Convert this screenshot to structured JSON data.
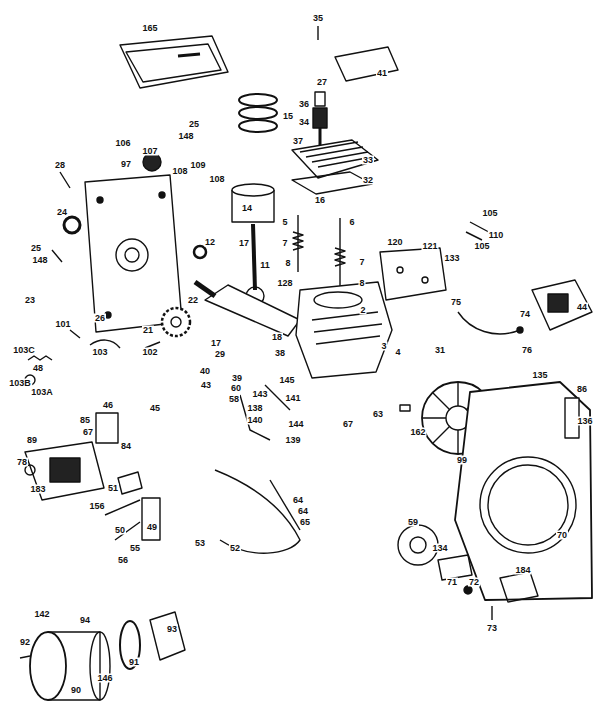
{
  "diagram": {
    "labels": [
      "35",
      "41",
      "165",
      "27",
      "36",
      "34",
      "37",
      "15",
      "25",
      "148",
      "33",
      "32",
      "106",
      "107",
      "97",
      "108",
      "109",
      "108",
      "28",
      "24",
      "14",
      "16",
      "5",
      "6",
      "7",
      "7",
      "8",
      "8",
      "105",
      "110",
      "105",
      "120",
      "121",
      "133",
      "25",
      "148",
      "12",
      "17",
      "11",
      "128",
      "23",
      "26",
      "22",
      "2",
      "44",
      "75",
      "74",
      "76",
      "21",
      "101",
      "18",
      "17",
      "29",
      "38",
      "31",
      "3",
      "4",
      "103C",
      "103",
      "102",
      "48",
      "40",
      "39",
      "43",
      "60",
      "145",
      "135",
      "86",
      "103B",
      "103A",
      "46",
      "45",
      "143",
      "58",
      "141",
      "138",
      "140",
      "63",
      "162",
      "136",
      "85",
      "67",
      "144",
      "67",
      "84",
      "139",
      "89",
      "78",
      "183",
      "99",
      "51",
      "156",
      "50",
      "49",
      "55",
      "56",
      "53",
      "52",
      "64",
      "64",
      "65",
      "70",
      "59",
      "134",
      "71",
      "72",
      "184",
      "73",
      "142",
      "94",
      "93",
      "92",
      "91",
      "90",
      "146"
    ]
  }
}
